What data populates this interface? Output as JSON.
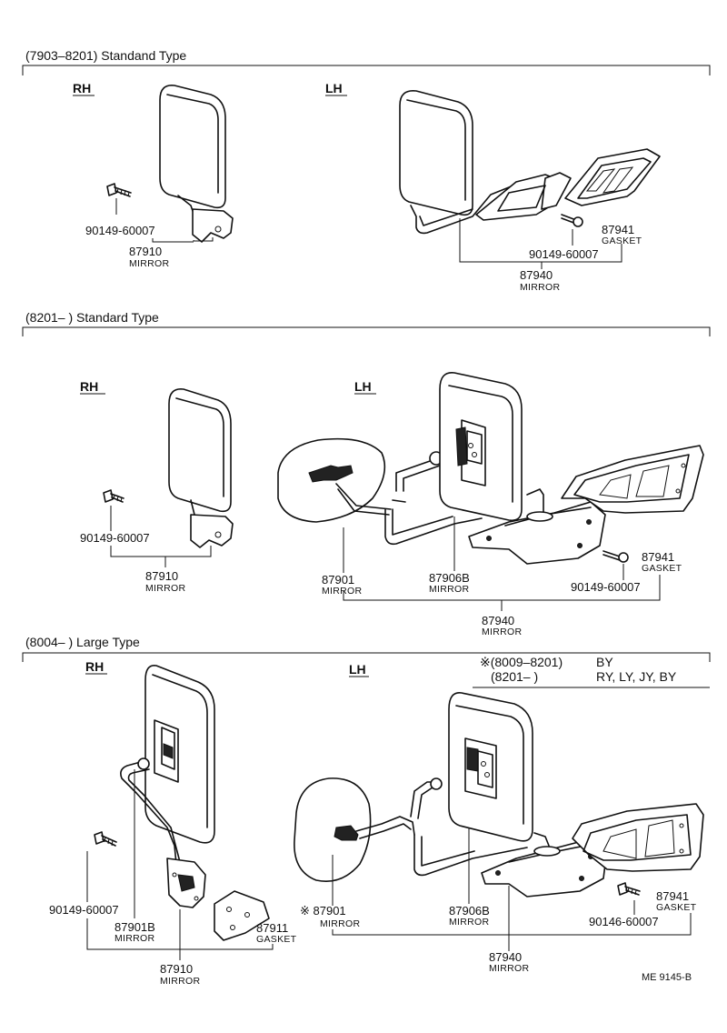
{
  "sections": [
    {
      "title": "(7903–8201) Standand Type",
      "rh": "RH",
      "lh": "LH"
    },
    {
      "title": "(8201–        ) Standard Type",
      "rh": "RH",
      "lh": "LH"
    },
    {
      "title": "(8004–        ) Large Type",
      "rh": "RH",
      "lh": "LH"
    }
  ],
  "parts": {
    "s1_rh_bolt_num": "90149-60007",
    "s1_rh_mirror_num": "87910",
    "s1_rh_mirror_name": "MIRROR",
    "s1_lh_gasket_num": "87941",
    "s1_lh_gasket_name": "GASKET",
    "s1_lh_bolt_num": "90149-60007",
    "s1_lh_mirror_num": "87940",
    "s1_lh_mirror_name": "MIRROR",
    "s2_rh_bolt_num": "90149-60007",
    "s2_rh_mirror_num": "87910",
    "s2_rh_mirror_name": "MIRROR",
    "s2_lh_round_num": "87901",
    "s2_lh_round_name": "MIRROR",
    "s2_lh_main_num": "87906B",
    "s2_lh_main_name": "MIRROR",
    "s2_lh_gasket_num": "87941",
    "s2_lh_gasket_name": "GASKET",
    "s2_lh_bolt_num": "90149-60007",
    "s2_lh_assy_num": "87940",
    "s2_lh_assy_name": "MIRROR",
    "s3_rh_bolt_num": "90149-60007",
    "s3_rh_sub_num": "87901B",
    "s3_rh_sub_name": "MIRROR",
    "s3_rh_gasket_num": "87911",
    "s3_rh_gasket_name": "GASKET",
    "s3_rh_mirror_num": "87910",
    "s3_rh_mirror_name": "MIRROR",
    "s3_lh_round_num": "※ 87901",
    "s3_lh_round_name": "MIRROR",
    "s3_lh_main_num": "87906B",
    "s3_lh_main_name": "MIRROR",
    "s3_lh_gasket_num": "87941",
    "s3_lh_gasket_name": "GASKET",
    "s3_lh_bolt_num": "90146-60007",
    "s3_lh_assy_num": "87940",
    "s3_lh_assy_name": "MIRROR"
  },
  "notes": {
    "line1_range": "※(8009–8201)",
    "line1_models": "BY",
    "line2_range": "(8201–        )",
    "line2_models": "RY, LY, JY, BY"
  },
  "diagram_code": "ME  9145-B"
}
